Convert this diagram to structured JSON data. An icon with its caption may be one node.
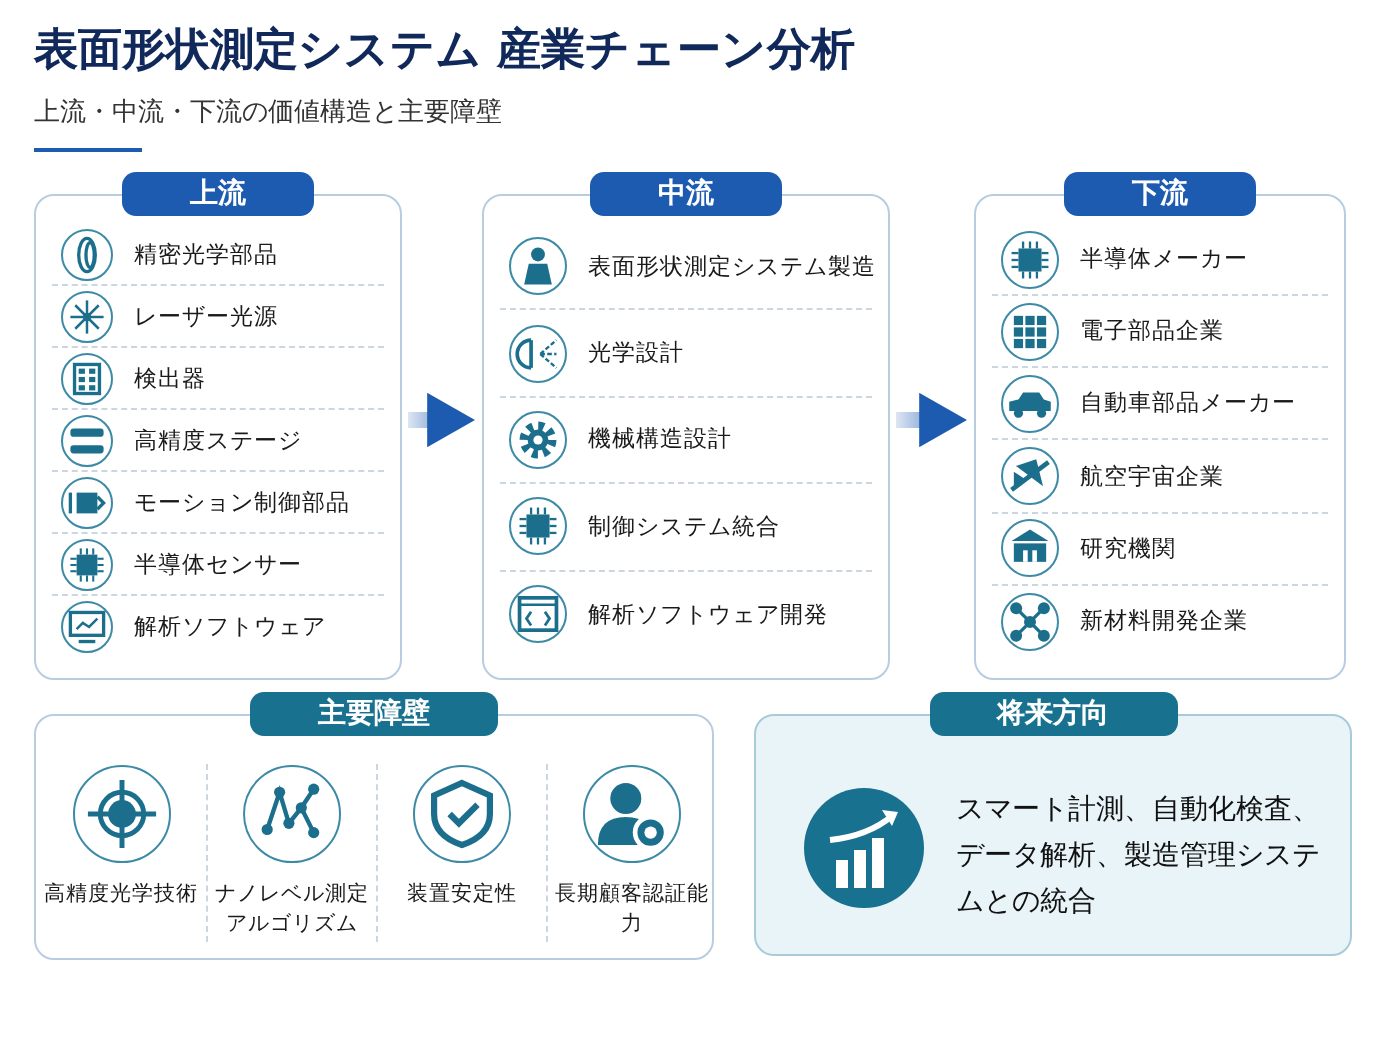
{
  "diagram": {
    "title": "表面形状測定システム 産業チェーン分析",
    "nodes": [
      {
        "text": [
          "上流"
        ]
      },
      {
        "text": [
          "精密光学部品"
        ],
        "in": 0
      },
      {
        "text": [
          "レーザー光源"
        ],
        "in": 0
      },
      {
        "text": [
          "検出器"
        ],
        "in": 0
      },
      {
        "text": [
          "高精度ステージ"
        ],
        "in": 0
      },
      {
        "text": [
          "モーション制御部品"
        ],
        "in": 0
      },
      {
        "text": [
          "半導体センサー"
        ],
        "in": 0
      },
      {
        "text": [
          "解析ソフトウェア"
        ],
        "in": 0
      },
      {
        "text": [
          "中流"
        ]
      },
      {
        "text": [
          "表面形状測定システム製造"
        ],
        "in": 8
      },
      {
        "text": [
          "光学設計"
        ],
        "in": 8
      },
      {
        "text": [
          "機械構造設計"
        ],
        "in": 8
      },
      {
        "text": [
          "制御システム統合"
        ],
        "in": 8
      },
      {
        "text": [
          "解析ソフトウェア開発"
        ],
        "in": 8
      },
      {
        "text": [
          "下流"
        ]
      },
      {
        "text": [
          "半導体メーカー"
        ],
        "in": 14
      },
      {
        "text": [
          "電子部品企業"
        ],
        "in": 14
      },
      {
        "text": [
          "自動車部品メーカー"
        ],
        "in": 14
      },
      {
        "text": [
          "航空宇宙企業"
        ],
        "in": 14
      },
      {
        "text": [
          "研究機関"
        ],
        "in": 14
      },
      {
        "text": [
          "新材料開発企業"
        ],
        "in": 14
      },
      {
        "text": [
          "主要障壁"
        ]
      },
      {
        "text": [
          "高精度光学技術"
        ],
        "in": 21
      },
      {
        "text": [
          "ナノレベル測定アルゴリズム"
        ],
        "in": 21
      },
      {
        "text": [
          "装置安定性"
        ],
        "in": 21
      },
      {
        "text": [
          "長期顧客認証能力"
        ],
        "in": 21
      },
      {
        "text": [
          "将来方向",
          "スマート計測、自動化検査、データ解析、製造管理システムとの統合"
        ]
      }
    ],
    "edges": [
      {
        "from": 0,
        "to": 8,
        "arrow": "to"
      },
      {
        "from": 8,
        "to": 14,
        "arrow": "to"
      }
    ],
    "labels": [
      "上流・中流・下流の価値構造と主要障壁"
    ]
  }
}
